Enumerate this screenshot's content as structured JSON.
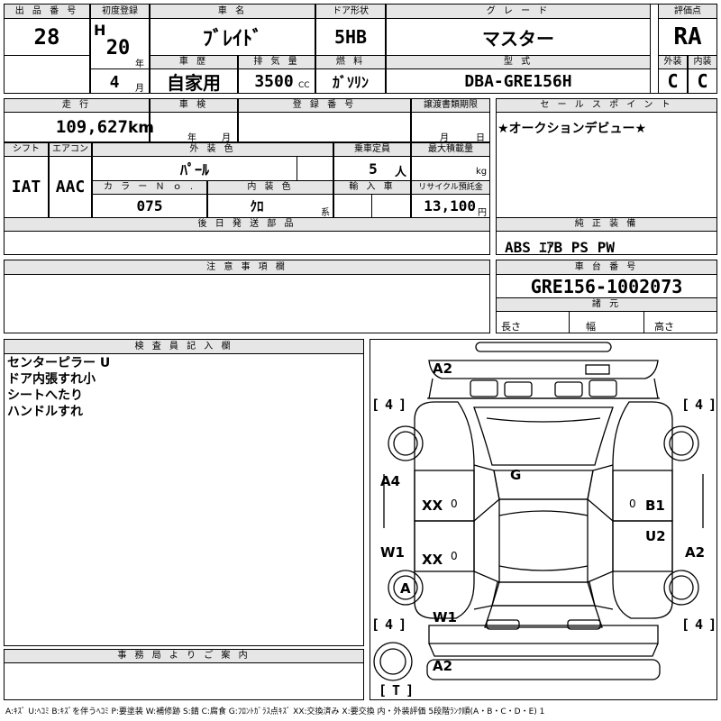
{
  "headers": {
    "lot_no": "出 品 番 号",
    "first_reg": "初度登録",
    "car_name": "車 名",
    "door": "ドア形状",
    "grade": "グ レ ー ド",
    "rating": "評価点",
    "history": "車 歴",
    "displacement": "排 気 量",
    "fuel": "燃 料",
    "model": "型 式",
    "exterior": "外装",
    "interior": "内装",
    "mileage": "走 行",
    "inspection": "車 検",
    "reg_no": "登 録 番 号",
    "transfer_deadline": "譲渡書類期限",
    "sales_point": "セ ー ル ス ポ イ ン ト",
    "shift": "シフト",
    "aircon": "エアコン",
    "ext_color": "外 装 色",
    "capacity": "乗車定員",
    "max_load": "最大積載量",
    "color_no": "カ ラ ー Ｎ ｏ .",
    "int_color": "内 装 色",
    "import": "輸 入 車",
    "recycle": "リサイクル預託金",
    "later_parts": "後 日 発 送 部 品",
    "genuine_equip": "純 正 装 備",
    "caution": "注 意 事 項 欄",
    "chassis_no": "車 台 番 号",
    "specs": "諸 元",
    "inspector": "検 査 員 記 入 欄",
    "office": "事 務 局 よ り ご 案 内"
  },
  "values": {
    "lot_no": "28",
    "era": "H",
    "year": "20",
    "year_unit": "年",
    "month": "4",
    "month_unit": "月",
    "car_name": "ﾌﾞﾚｲﾄﾞ",
    "door": "5HB",
    "grade": "マスター",
    "rating": "RA",
    "history": "自家用",
    "displacement": "3500",
    "displacement_unit": "CC",
    "fuel": "ｶﾞｿﾘﾝ",
    "model": "DBA-GRE156H",
    "exterior": "C",
    "interior": "C",
    "mileage": "109,627",
    "mileage_unit": "km",
    "inspection_year": "年",
    "inspection_month": "月",
    "transfer_month": "月",
    "transfer_day": "日",
    "sales_point": "★オークションデビュー★",
    "shift": "IAT",
    "aircon": "AAC",
    "ext_color": "ﾊﾟｰﾙ",
    "capacity": "5",
    "capacity_unit": "人",
    "max_load_unit": "kg",
    "color_no": "075",
    "int_color": "ｸﾛ",
    "int_color_unit": "系",
    "recycle": "13,100",
    "recycle_unit": "円",
    "genuine_equip": "ABS ｴｱB PS PW",
    "chassis_no": "GRE156-1002073",
    "length_label": "長さ",
    "width_label": "幅",
    "height_label": "高さ"
  },
  "inspector_notes": [
    "センターピラー U",
    "ドア内張すれ小",
    "シートへたり",
    "ハンドルすれ"
  ],
  "damage": {
    "front_a2": "A2",
    "g": "G",
    "a4": "A4",
    "xx1": "XX",
    "xx2": "XX",
    "b1": "B1",
    "u2": "U2",
    "w1_left": "W1",
    "a2_right": "A2",
    "a": "A",
    "w1_bottom": "W1",
    "rear_a2": "A2",
    "zero1": "0",
    "zero2": "0",
    "zero3": "0"
  },
  "tires": {
    "front_left": "4",
    "front_right": "4",
    "rear_left": "4",
    "rear_right": "4",
    "spare": "T"
  },
  "legend": "A:ｷｽﾞ  U:ﾍｺﾐ  B:ｷｽﾞを伴うﾍｺﾐ  P:要塗装  W:補修跡  S:錆  C:腐食  G:ﾌﾛﾝﾄｶﾞﾗｽ点ｷｽﾞ  XX:交換済み  X:要交換   内・外装評価  5段階ﾗﾝｸ順(A・B・C・D・E) 1"
}
